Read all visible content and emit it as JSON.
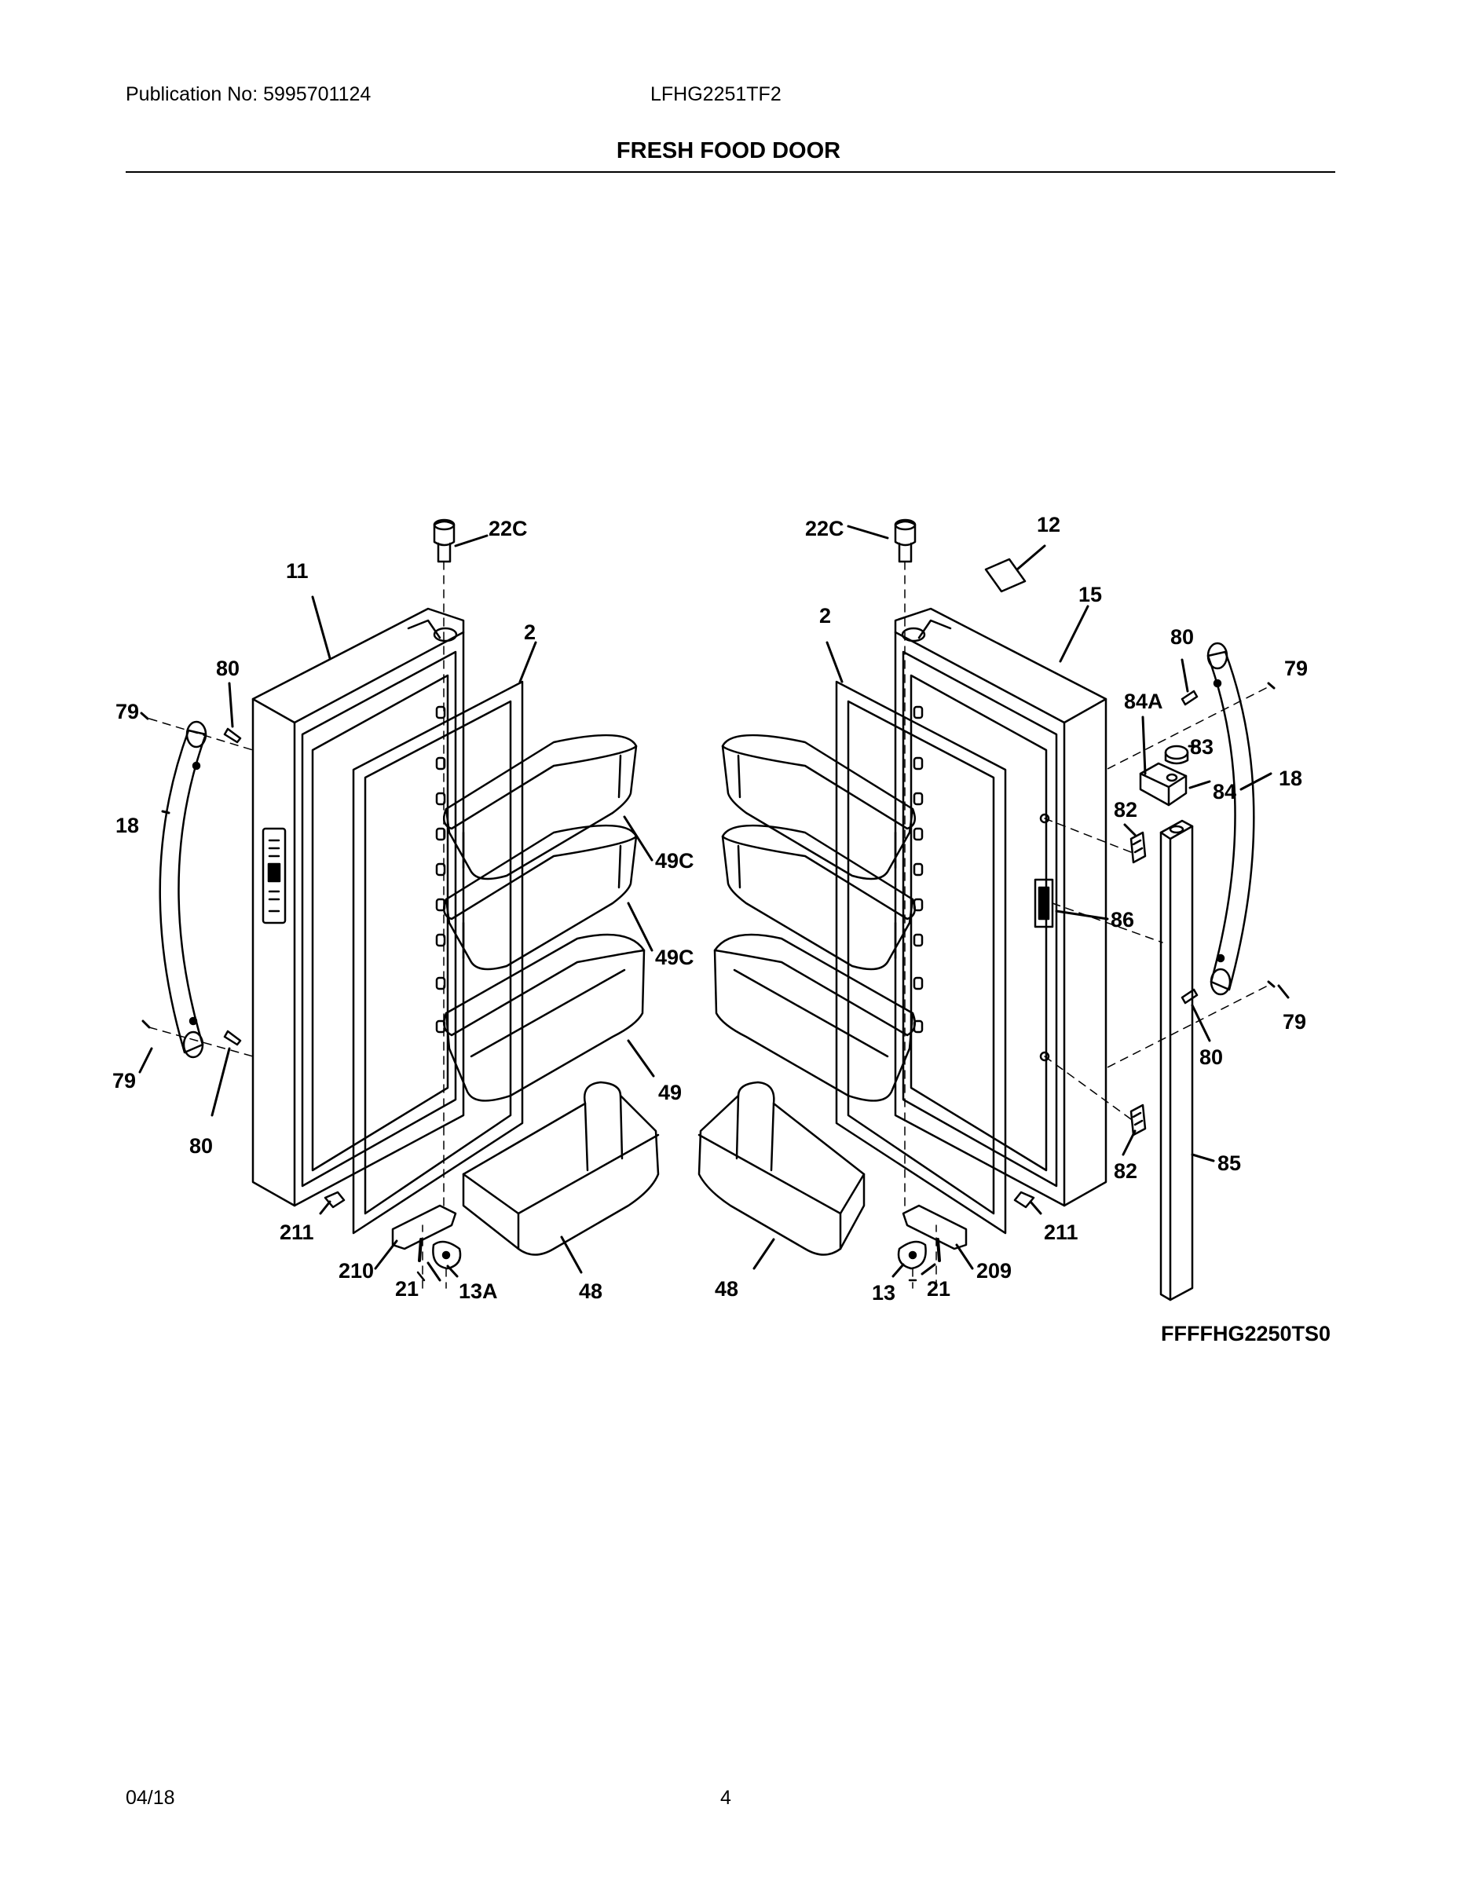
{
  "header": {
    "publication": "Publication No: 5995701124",
    "model": "LFHG2251TF2",
    "title": "FRESH FOOD DOOR"
  },
  "diagram": {
    "drawing_code": "FFFFHG2250TS0",
    "callouts": {
      "c22c_l": "22C",
      "c11": "11",
      "c2_l": "2",
      "c80_l1": "80",
      "c79_l1": "79",
      "c18_l": "18",
      "c49c_l1": "49C",
      "c49c_l2": "49C",
      "c49_l": "49",
      "c79_l2": "79",
      "c80_l2": "80",
      "c211_l": "211",
      "c210": "210",
      "c21_l": "21",
      "c13a": "13A",
      "c48_l": "48",
      "c22c_r": "22C",
      "c12": "12",
      "c15": "15",
      "c2_r": "2",
      "c80_r1": "80",
      "c79_r1": "79",
      "c84a": "84A",
      "c83": "83",
      "c84": "84",
      "c18_r": "18",
      "c82_r1": "82",
      "c86": "86",
      "c79_r2": "79",
      "c80_r2": "80",
      "c82_r2": "82",
      "c85": "85",
      "c211_r": "211",
      "c209": "209",
      "c21_r": "21",
      "c13": "13",
      "c48_r": "48"
    }
  },
  "footer": {
    "date": "04/18",
    "page": "4"
  }
}
